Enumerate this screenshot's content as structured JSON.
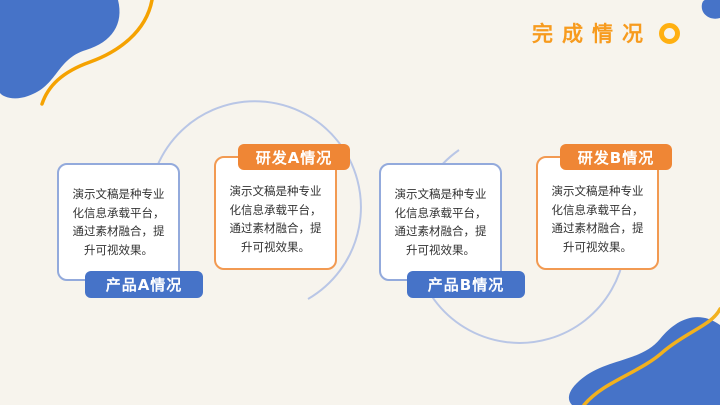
{
  "slide": {
    "title": "完成情况",
    "background_color": "#f7f4ed"
  },
  "colors": {
    "blue": "#4673c8",
    "orange": "#ef8635",
    "title_orange": "#f79b1e",
    "donut_yellow": "#ffb011",
    "arc_blue": "#b9c6e6",
    "yellow_line": "#f2b11e",
    "orange_line": "#f5a201",
    "card_border_blue": "#93aadc",
    "card_border_orange": "#f29a52"
  },
  "cards": [
    {
      "label": "产品A情况",
      "body": "演示文稿是种专业化信息承载平台，通过素材融合，提升可视效果。"
    },
    {
      "label": "研发A情况",
      "body": "演示文稿是种专业化信息承载平台，通过素材融合，提升可视效果。"
    },
    {
      "label": "产品B情况",
      "body": "演示文稿是种专业化信息承载平台，通过素材融合，提升可视效果。"
    },
    {
      "label": "研发B情况",
      "body": "演示文稿是种专业化信息承载平台，通过素材融合，提升可视效果。"
    }
  ]
}
